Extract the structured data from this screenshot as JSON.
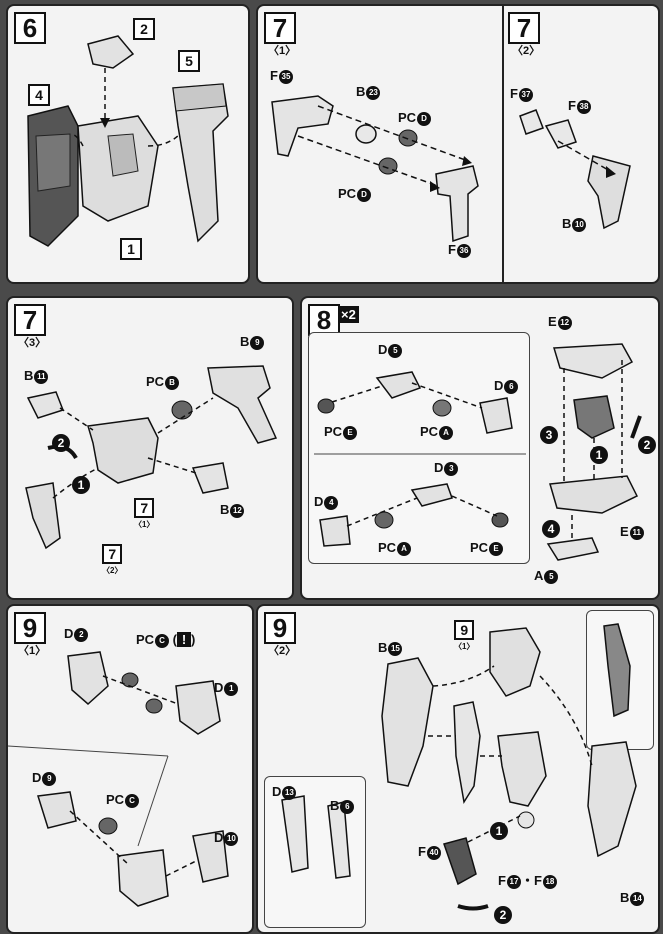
{
  "steps": {
    "s6": {
      "num": "6",
      "parts": [
        "1",
        "2",
        "4",
        "5"
      ]
    },
    "s7_1": {
      "num": "7",
      "sub": "〈1〉",
      "labels": {
        "f35": "F",
        "f35n": "35",
        "b23": "B",
        "b23n": "23",
        "pcd1": "PC",
        "pcd1n": "D",
        "pcd2": "PC",
        "pcd2n": "D",
        "f36": "F",
        "f36n": "36"
      }
    },
    "s7_2": {
      "num": "7",
      "sub": "〈2〉",
      "labels": {
        "f37": "F",
        "f37n": "37",
        "f38": "F",
        "f38n": "38",
        "b10": "B",
        "b10n": "10"
      }
    },
    "s7_3": {
      "num": "7",
      "sub": "〈3〉",
      "labels": {
        "b11": "B",
        "b11n": "11",
        "pcb": "PC",
        "pcbn": "B",
        "b9": "B",
        "b9n": "9",
        "b12": "B",
        "b12n": "12"
      },
      "ref1": "7",
      "ref1s": "〈1〉",
      "ref2": "7",
      "ref2s": "〈2〉",
      "arrows": [
        "1",
        "2"
      ]
    },
    "s8": {
      "num": "8",
      "mult": "×2",
      "labels": {
        "d5": "D",
        "d5n": "5",
        "d6": "D",
        "d6n": "6",
        "pce1": "PC",
        "pce1n": "E",
        "pca1": "PC",
        "pca1n": "A",
        "d3": "D",
        "d3n": "3",
        "d4": "D",
        "d4n": "4",
        "pca2": "PC",
        "pca2n": "A",
        "pce2": "PC",
        "pce2n": "E",
        "e12": "E",
        "e12n": "12",
        "e11": "E",
        "e11n": "11",
        "a5": "A",
        "a5n": "5"
      },
      "arrows": [
        "1",
        "2",
        "3",
        "4"
      ]
    },
    "s9_1": {
      "num": "9",
      "sub": "〈1〉",
      "labels": {
        "d2": "D",
        "d2n": "2",
        "pcc1": "PC",
        "pcc1n": "C",
        "excl": "!",
        "d1": "D",
        "d1n": "1",
        "d9": "D",
        "d9n": "9",
        "pcc2": "PC",
        "pcc2n": "C",
        "d10": "D",
        "d10n": "10"
      }
    },
    "s9_2": {
      "num": "9",
      "sub": "〈2〉",
      "labels": {
        "b15": "B",
        "b15n": "15",
        "d13": "D",
        "d13n": "13",
        "b6": "B",
        "b6n": "6",
        "f40": "F",
        "f40n": "40",
        "f17": "F",
        "f17n": "17",
        "dot": "・",
        "f18": "F",
        "f18n": "18",
        "b14": "B",
        "b14n": "14"
      },
      "ref": "9",
      "refs": "〈1〉",
      "arrows": [
        "1",
        "2"
      ]
    }
  },
  "colors": {
    "panel": "#f3f3f3",
    "ink": "#111111",
    "part_gray": "#9a9a9a",
    "part_dark": "#555555"
  }
}
